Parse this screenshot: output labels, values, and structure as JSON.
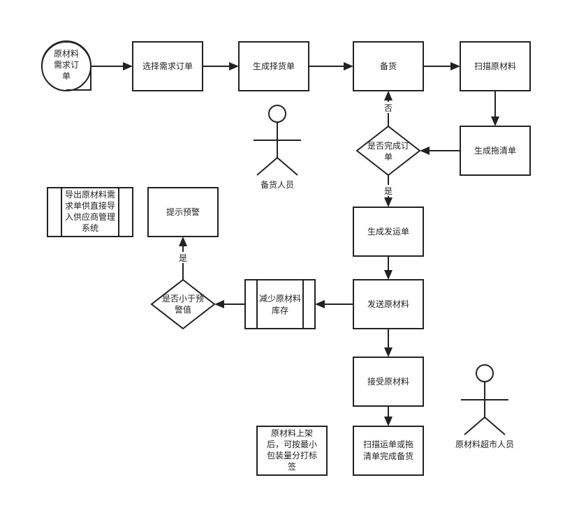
{
  "colors": {
    "stroke": "#222222",
    "fill": "#ffffff",
    "text": "#222222"
  },
  "nodes": {
    "source_doc": [
      "原材料",
      "需求订",
      "单"
    ],
    "select_order": [
      "选择需求订单"
    ],
    "generate_picklist": [
      "生成择货单"
    ],
    "prepare_goods": [
      "备货"
    ],
    "scan_material": [
      "扫描原材料"
    ],
    "generate_drag_list": [
      "生成拖清单"
    ],
    "order_complete": [
      "是否完成订",
      "单"
    ],
    "generate_shipment": [
      "生成发运单"
    ],
    "ship_material": [
      "发送原材料"
    ],
    "receive_material": [
      "接受原材料"
    ],
    "scan_waybill": [
      "扫描运单或拖",
      "清单完成备货"
    ],
    "reduce_stock": [
      "减少原材料",
      "库存"
    ],
    "below_warning": [
      "是否小于预",
      "警值"
    ],
    "warning_prompt": [
      "提示预警"
    ],
    "export_doc": [
      "导出原材料需",
      "求单供直接导",
      "入供应商管理",
      "系统"
    ],
    "shelf_note": [
      "原材料上架",
      "后，可按最小",
      "包装量分打标",
      "签"
    ]
  },
  "actors": {
    "stocker": "备货人员",
    "supermarket": "原材料超市人员"
  },
  "edge_labels": {
    "no": "否",
    "yes_complete": "是",
    "yes_warning": "是"
  }
}
